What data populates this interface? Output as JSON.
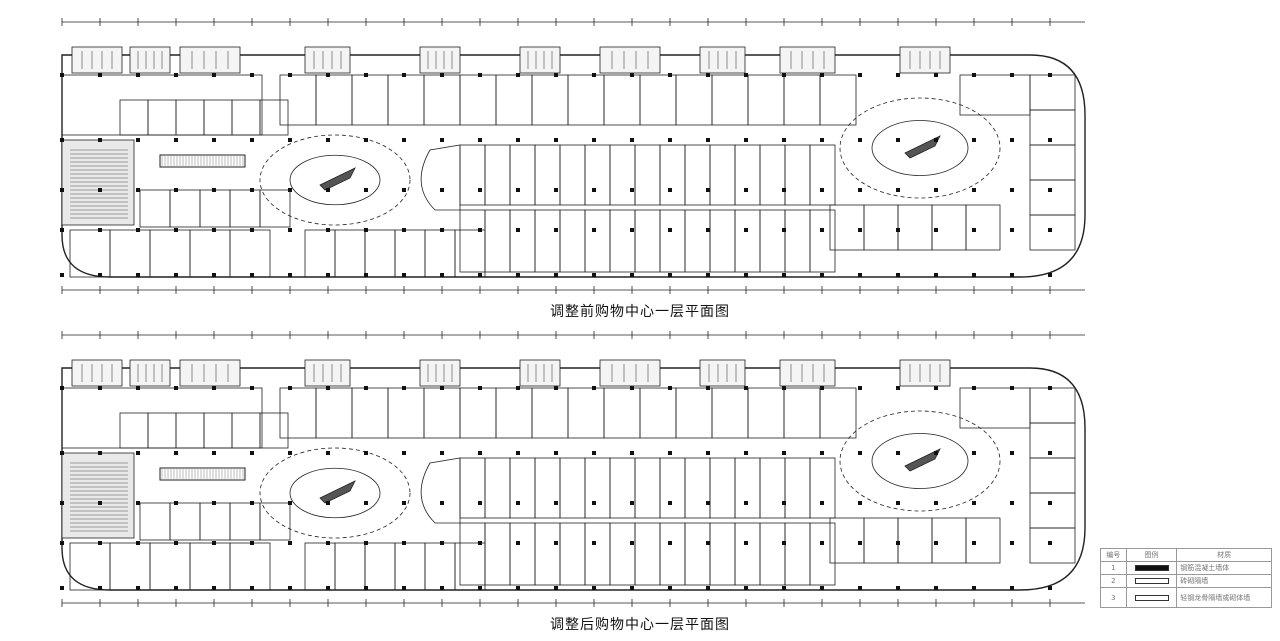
{
  "titles": {
    "before": "调整前购物中心一层平面图",
    "after": "调整后购物中心一层平面图"
  },
  "legend": {
    "headers": [
      "编号",
      "图例",
      "材质"
    ],
    "rows": [
      {
        "no": "1",
        "material": "钢筋混凝土墙体",
        "fill": "#111111"
      },
      {
        "no": "2",
        "material": "砖砌隔墙",
        "fill": "#ffffff"
      },
      {
        "no": "3",
        "material": "轻钢龙骨隔墙或砌体墙",
        "fill": "#ffffff"
      }
    ]
  }
}
